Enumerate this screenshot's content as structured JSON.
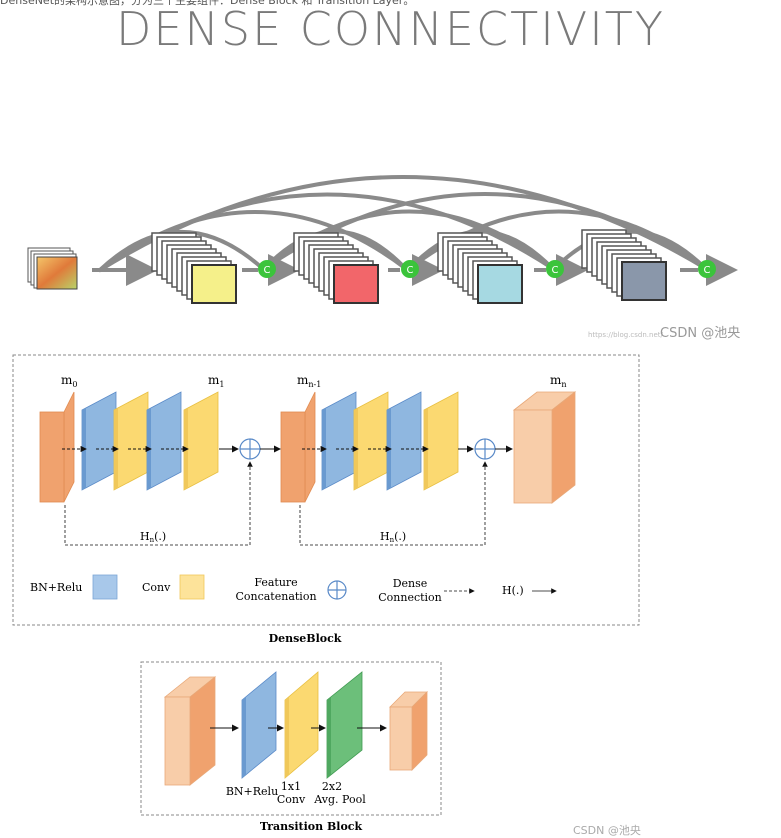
{
  "caption_top": "DenseNet的架构示意图，分为三个主要组件：Dense Block 和 Transition Layer。",
  "title": "DENSE CONNECTIVITY",
  "top_diagram": {
    "concat_symbol": "C",
    "watermark_url": "https://blog.csdn.net/",
    "watermark": "CSDN @池央",
    "block_colors": [
      "#f5f08a",
      "#f2666a",
      "#a6d9e2",
      "#8a97aa"
    ]
  },
  "dense_block": {
    "labels": {
      "m0_base": "m",
      "m0_sub": "0",
      "m1_base": "m",
      "m1_sub": "1",
      "mn1_base": "m",
      "mn1_sub": "n-1",
      "mn_base": "m",
      "mn_sub": "n"
    },
    "h_left_base": "H",
    "h_left_sub": "n",
    "h_left_tail": "(.)",
    "h_right_base": "H",
    "h_right_sub": "n",
    "h_right_tail": "(.)",
    "legend": {
      "bn_relu": "BN+Relu",
      "conv": "Conv",
      "feature_line1": "Feature",
      "feature_line2": "Concatenation",
      "dense_line1": "Dense",
      "dense_line2": "Connection",
      "h_label": "H(.)"
    },
    "caption": "DenseBlock"
  },
  "transition_block": {
    "bn_relu": "BN+Relu",
    "conv_line1": "1x1",
    "conv_line2": "Conv",
    "pool_line1": "2x2",
    "pool_line2": "Avg. Pool",
    "caption": "Transition Block"
  },
  "bottom_watermark": "CSDN @池央",
  "colors": {
    "orange": "#f0a26e",
    "blue": "#8fb7e0",
    "yellow": "#fbd971",
    "green": "#6cbf7a",
    "concat_green": "#3bc43b",
    "arc_gray": "#8a8a8a"
  }
}
